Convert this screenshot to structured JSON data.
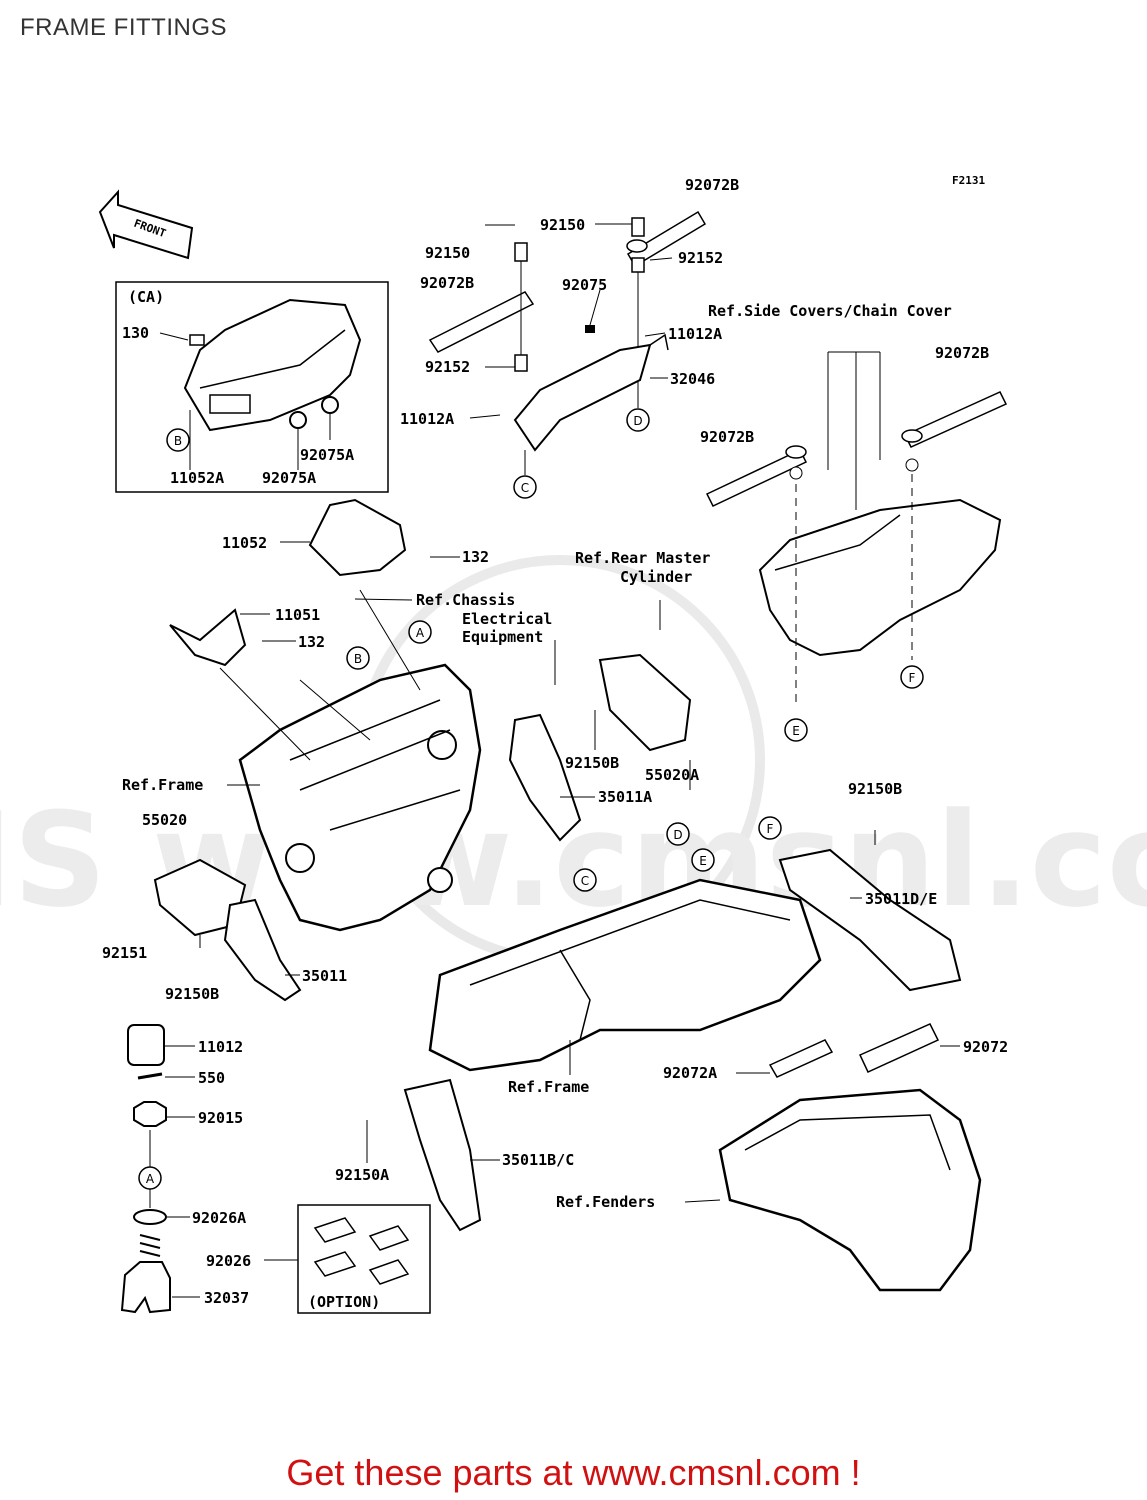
{
  "page_title": "FRAME FITTINGS",
  "footer_text": "Get these parts at www.cmsnl.com !",
  "watermark": "CMS www.cmsnl.com",
  "figure_code": "F2131",
  "front_label": "FRONT",
  "inset": {
    "label": "(CA)"
  },
  "option_label": "(OPTION)",
  "callouts": {
    "A": "A",
    "B": "B",
    "C": "C",
    "D": "D",
    "E": "E",
    "F": "F"
  },
  "parts": {
    "p92072B_top": "92072B",
    "p92150_top": "92150",
    "p92150_mid": "92150",
    "p92072B_left": "92072B",
    "p92075": "92075",
    "p92152_top": "92152",
    "p11012A_right": "11012A",
    "p92152_left": "92152",
    "p32046": "32046",
    "p11012A_left": "11012A",
    "p92072B_right": "92072B",
    "p92072B_center": "92072B",
    "p130": "130",
    "p92075A_a": "92075A",
    "p11052A": "11052A",
    "p92075A_b": "92075A",
    "p11052": "11052",
    "p132_a": "132",
    "p11051": "11051",
    "p132_b": "132",
    "p92150B_a": "92150B",
    "p55020A": "55020A",
    "p35011A": "35011A",
    "p92150B_right": "92150B",
    "p55020": "55020",
    "p35011DE": "35011D/E",
    "p92151": "92151",
    "p92150B_b": "92150B",
    "p35011": "35011",
    "p11012": "11012",
    "p550": "550",
    "p92015": "92015",
    "p92026A": "92026A",
    "p92026": "92026",
    "p32037": "32037",
    "p92150A": "92150A",
    "p35011BC": "35011B/C",
    "p92072A": "92072A",
    "p92072": "92072"
  },
  "refs": {
    "side_covers": "Ref.Side Covers/Chain Cover",
    "rear_master_1": "Ref.Rear Master",
    "rear_master_2": "Cylinder",
    "chassis_1": "Ref.Chassis",
    "chassis_2": "Electrical",
    "chassis_3": "Equipment",
    "frame_left": "Ref.Frame",
    "frame_bottom": "Ref.Frame",
    "fenders": "Ref.Fenders"
  },
  "colors": {
    "footer": "#d11111",
    "line": "#000000",
    "watermark": "#d8d8d8"
  }
}
